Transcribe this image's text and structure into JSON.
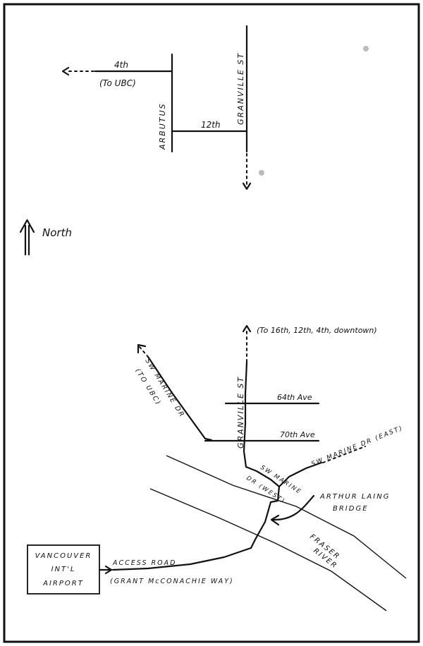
{
  "map": {
    "top_section": {
      "fourth": "4th",
      "to_ubc": "(To UBC)",
      "arbutus": "ARBUTUS",
      "twelfth": "12th",
      "granville_st": "GRANVILLE ST"
    },
    "north_label": "North",
    "bottom_section": {
      "to_downtown": "(To 16th, 12th, 4th, downtown)",
      "granville_st": "GRANVILLE ST",
      "sw_marine_ubc_1": "SW MARINE DR",
      "sw_marine_ubc_2": "(TO UBC)",
      "ave_64": "64th Ave",
      "ave_70": "70th Ave",
      "sw_marine_west_1": "SW MARINE",
      "sw_marine_west_2": "DR (WEST)",
      "sw_marine_east": "SW MARINE DR (EAST)",
      "bridge_1": "ARTHUR LAING",
      "bridge_2": "BRIDGE",
      "river_1": "FRASER",
      "river_2": "RIVER",
      "airport_1": "VANCOUVER",
      "airport_2": "INT'L",
      "airport_3": "AIRPORT",
      "access_road_1": "ACCESS ROAD",
      "access_road_2": "(GRANT McCONACHIE WAY)"
    },
    "colors": {
      "ink": "#111111",
      "paper": "#ffffff",
      "dot": "#bbbbbb"
    }
  }
}
